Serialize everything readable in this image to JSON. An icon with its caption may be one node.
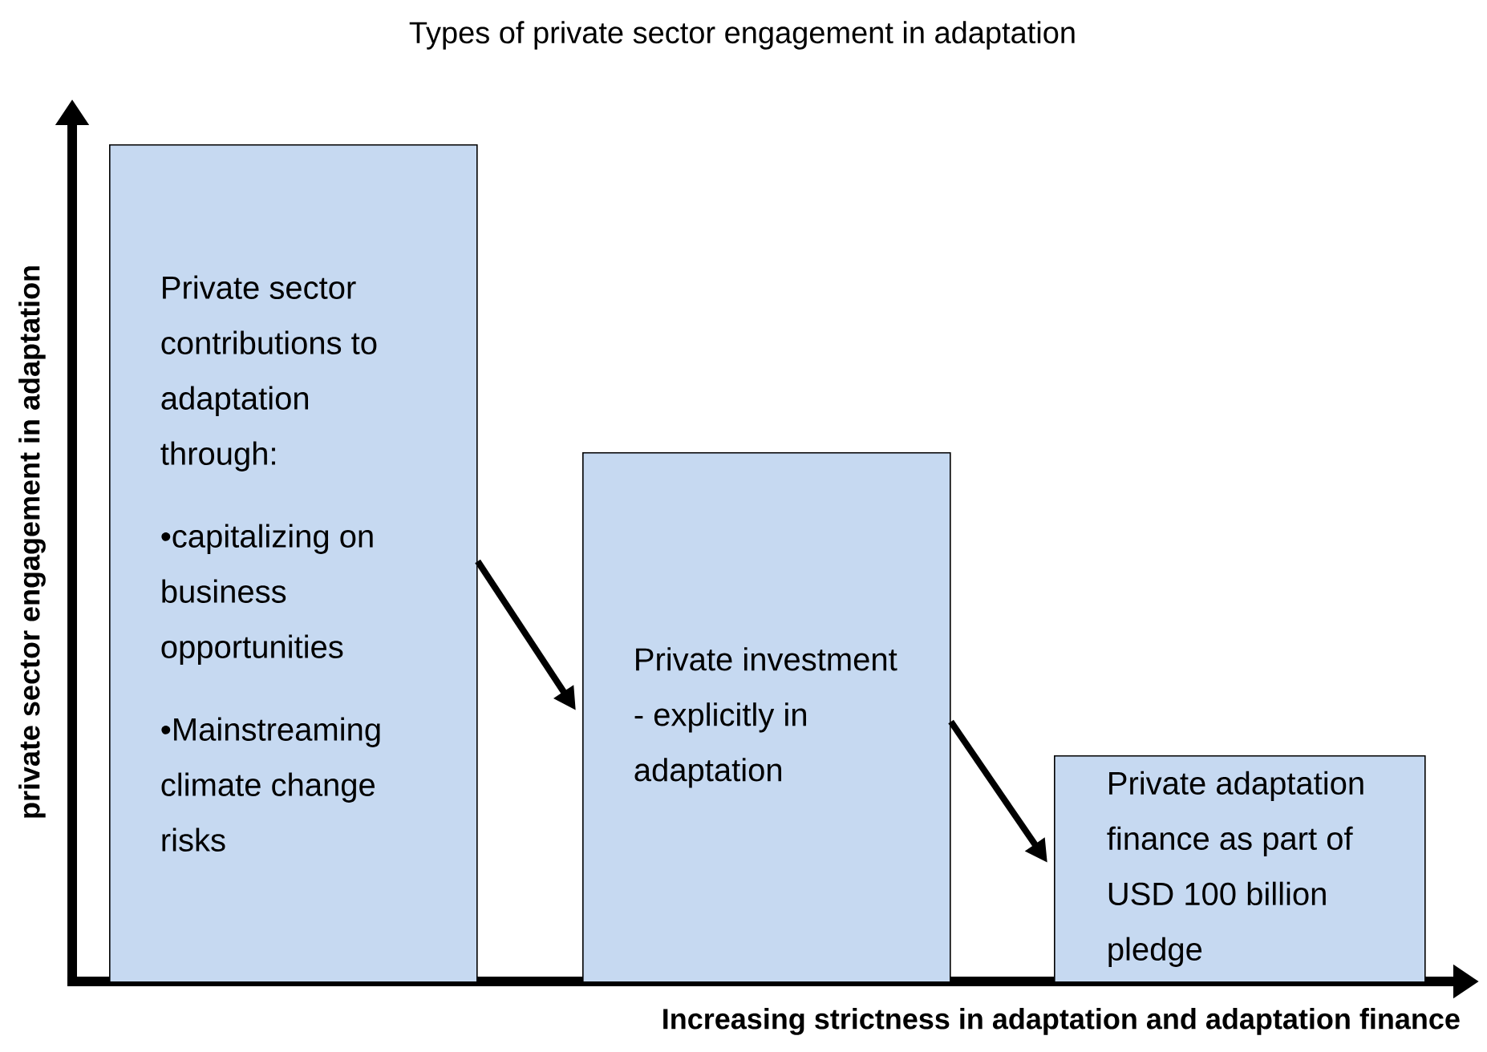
{
  "diagram": {
    "title": "Types of  private sector engagement in adaptation",
    "nodes": [
      {
        "text": [
          "Private sector contributions to adaptation through:",
          "•capitalizing on business opportunities",
          "•Mainstreaming climate change risks"
        ]
      },
      {
        "text": [
          "Private investment - explicitly in adaptation"
        ]
      },
      {
        "text": [
          "Private adaptation finance as part of USD 100 billion pledge"
        ]
      }
    ],
    "edges": [
      {
        "from": 0,
        "to": 1,
        "arrow": "to"
      },
      {
        "from": 1,
        "to": 2,
        "arrow": "to"
      }
    ],
    "labels": [
      "private sector engagement in adaptation",
      "Increasing strictness in adaptation and adaptation finance"
    ]
  }
}
